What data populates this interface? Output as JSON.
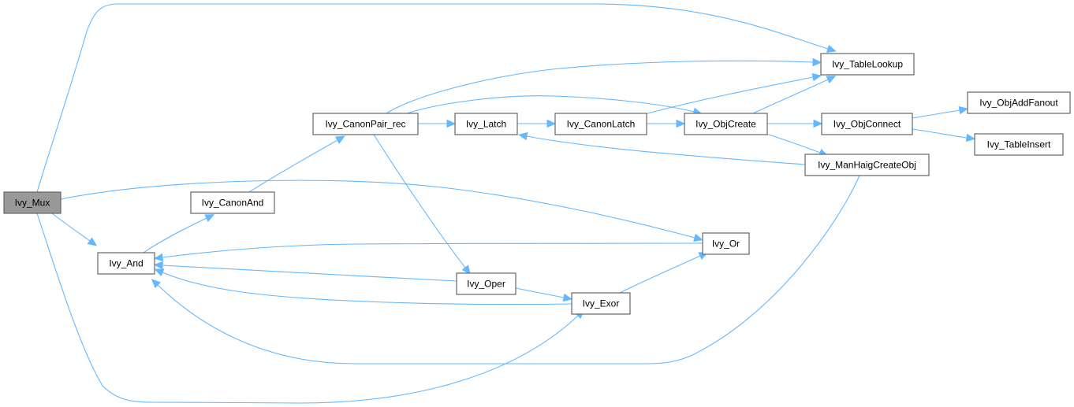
{
  "title": "Ivy_Mux call graph",
  "colors": {
    "edge": "#63b8ff",
    "node_border": "#666666",
    "root_fill": "#999999",
    "node_fill": "#ffffff"
  },
  "nodes": [
    {
      "id": "Ivy_Mux",
      "label": "Ivy_Mux",
      "root": true
    },
    {
      "id": "Ivy_And",
      "label": "Ivy_And"
    },
    {
      "id": "Ivy_CanonAnd",
      "label": "Ivy_CanonAnd"
    },
    {
      "id": "Ivy_CanonPair_rec",
      "label": "Ivy_CanonPair_rec"
    },
    {
      "id": "Ivy_Latch",
      "label": "Ivy_Latch"
    },
    {
      "id": "Ivy_CanonLatch",
      "label": "Ivy_CanonLatch"
    },
    {
      "id": "Ivy_ObjCreate",
      "label": "Ivy_ObjCreate"
    },
    {
      "id": "Ivy_TableLookup",
      "label": "Ivy_TableLookup"
    },
    {
      "id": "Ivy_ObjConnect",
      "label": "Ivy_ObjConnect"
    },
    {
      "id": "Ivy_ObjAddFanout",
      "label": "Ivy_ObjAddFanout"
    },
    {
      "id": "Ivy_TableInsert",
      "label": "Ivy_TableInsert"
    },
    {
      "id": "Ivy_ManHaigCreateObj",
      "label": "Ivy_ManHaigCreateObj"
    },
    {
      "id": "Ivy_Oper",
      "label": "Ivy_Oper"
    },
    {
      "id": "Ivy_Exor",
      "label": "Ivy_Exor"
    },
    {
      "id": "Ivy_Or",
      "label": "Ivy_Or"
    }
  ],
  "edges": [
    {
      "from": "Ivy_Mux",
      "to": "Ivy_And"
    },
    {
      "from": "Ivy_Mux",
      "to": "Ivy_Exor"
    },
    {
      "from": "Ivy_Mux",
      "to": "Ivy_Or"
    },
    {
      "from": "Ivy_Mux",
      "to": "Ivy_TableLookup"
    },
    {
      "from": "Ivy_And",
      "to": "Ivy_CanonAnd"
    },
    {
      "from": "Ivy_CanonAnd",
      "to": "Ivy_CanonPair_rec"
    },
    {
      "from": "Ivy_CanonPair_rec",
      "to": "Ivy_Latch"
    },
    {
      "from": "Ivy_CanonPair_rec",
      "to": "Ivy_ObjCreate"
    },
    {
      "from": "Ivy_CanonPair_rec",
      "to": "Ivy_Oper"
    },
    {
      "from": "Ivy_CanonPair_rec",
      "to": "Ivy_TableLookup"
    },
    {
      "from": "Ivy_Latch",
      "to": "Ivy_CanonLatch"
    },
    {
      "from": "Ivy_CanonLatch",
      "to": "Ivy_ObjCreate"
    },
    {
      "from": "Ivy_CanonLatch",
      "to": "Ivy_TableLookup"
    },
    {
      "from": "Ivy_ObjCreate",
      "to": "Ivy_ManHaigCreateObj"
    },
    {
      "from": "Ivy_ObjCreate",
      "to": "Ivy_ObjConnect"
    },
    {
      "from": "Ivy_ObjCreate",
      "to": "Ivy_TableLookup"
    },
    {
      "from": "Ivy_ObjConnect",
      "to": "Ivy_ObjAddFanout"
    },
    {
      "from": "Ivy_ObjConnect",
      "to": "Ivy_TableInsert"
    },
    {
      "from": "Ivy_ManHaigCreateObj",
      "to": "Ivy_And"
    },
    {
      "from": "Ivy_ManHaigCreateObj",
      "to": "Ivy_Latch"
    },
    {
      "from": "Ivy_Oper",
      "to": "Ivy_And"
    },
    {
      "from": "Ivy_Oper",
      "to": "Ivy_Exor"
    },
    {
      "from": "Ivy_Exor",
      "to": "Ivy_And"
    },
    {
      "from": "Ivy_Exor",
      "to": "Ivy_Or"
    },
    {
      "from": "Ivy_Or",
      "to": "Ivy_And"
    }
  ]
}
